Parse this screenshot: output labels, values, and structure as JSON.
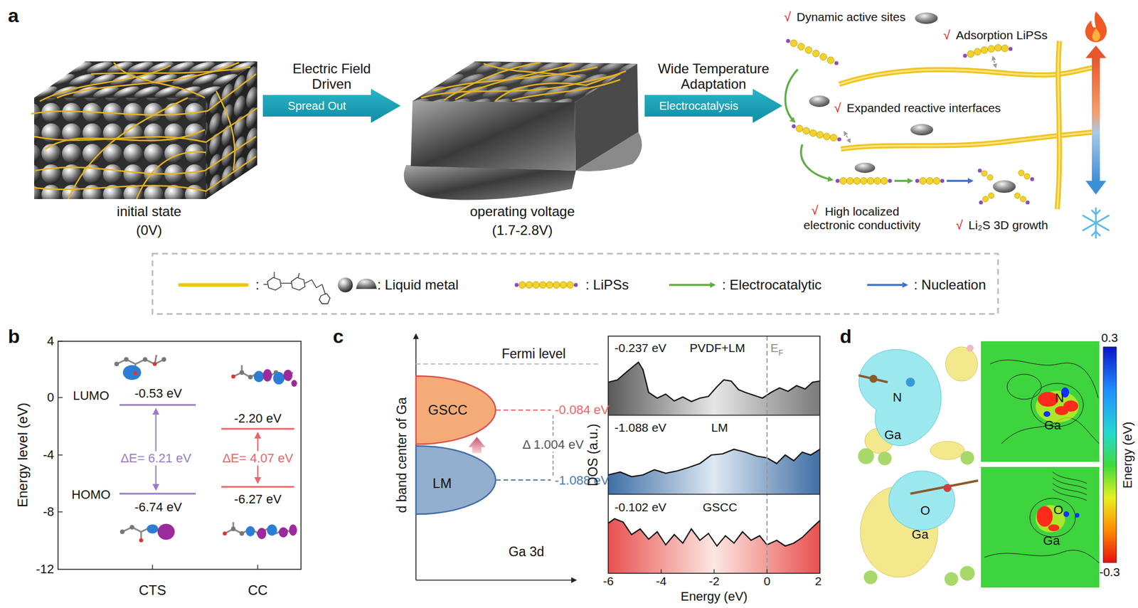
{
  "diagram": {
    "nodes": [
      {
        "text": [
          "Electric Field Driven",
          "Spread Out"
        ]
      },
      {
        "text": [
          "Wide Temperature Adaptation",
          "Electrocatalysis"
        ]
      },
      {
        "text": [
          "GSCC"
        ]
      },
      {
        "text": [
          "LM"
        ]
      }
    ],
    "edges": [
      {
        "from": 3,
        "to": 2,
        "arrow": "to"
      }
    ],
    "labels": [
      "a",
      "initial state",
      "(0V)",
      "operating voltage",
      "(1.7-2.8V)",
      "√",
      "Dynamic active sites",
      "√",
      "Adsorption LiPSs",
      "√",
      "Expanded reactive interfaces",
      "√",
      "High localized electronic conductivity",
      "√",
      "Li₂S 3D growth",
      "b",
      "Energy level (eV)",
      "4",
      "0",
      "-4",
      "-8",
      "-12",
      "LUMO",
      "-0.53 eV",
      "HOMO",
      "-6.74 eV",
      "-2.20 eV",
      "-6.27 eV",
      "ΔE= 6.21 eV",
      "ΔE= 4.07 eV",
      "CTS",
      "CC",
      "c",
      "d band center of Ga",
      "Fermi level",
      "-0.084 eV",
      "Δ 1.004 eV",
      "-1.088 eV",
      "Ga 3d",
      "DOS (a.u.)",
      "-0.237 eV",
      "PVDF+LM",
      "E",
      "F",
      "-1.088 eV",
      "LM",
      "-0.102 eV",
      "GSCC",
      "-6",
      "-4",
      "-2",
      "0",
      "2",
      "Energy (eV)",
      "d",
      "N",
      "Ga",
      "N",
      "Ga",
      "O",
      "Ga",
      "O",
      "Ga",
      "0.3",
      "-0.3",
      "Energy (eV)"
    ],
    "legend": [
      {
        "text": ":"
      },
      {
        "text": ": Liquid metal"
      },
      {
        "text": ": LiPSs"
      },
      {
        "text": ": Electrocatalytic"
      },
      {
        "text": ": Nucleation"
      }
    ]
  }
}
